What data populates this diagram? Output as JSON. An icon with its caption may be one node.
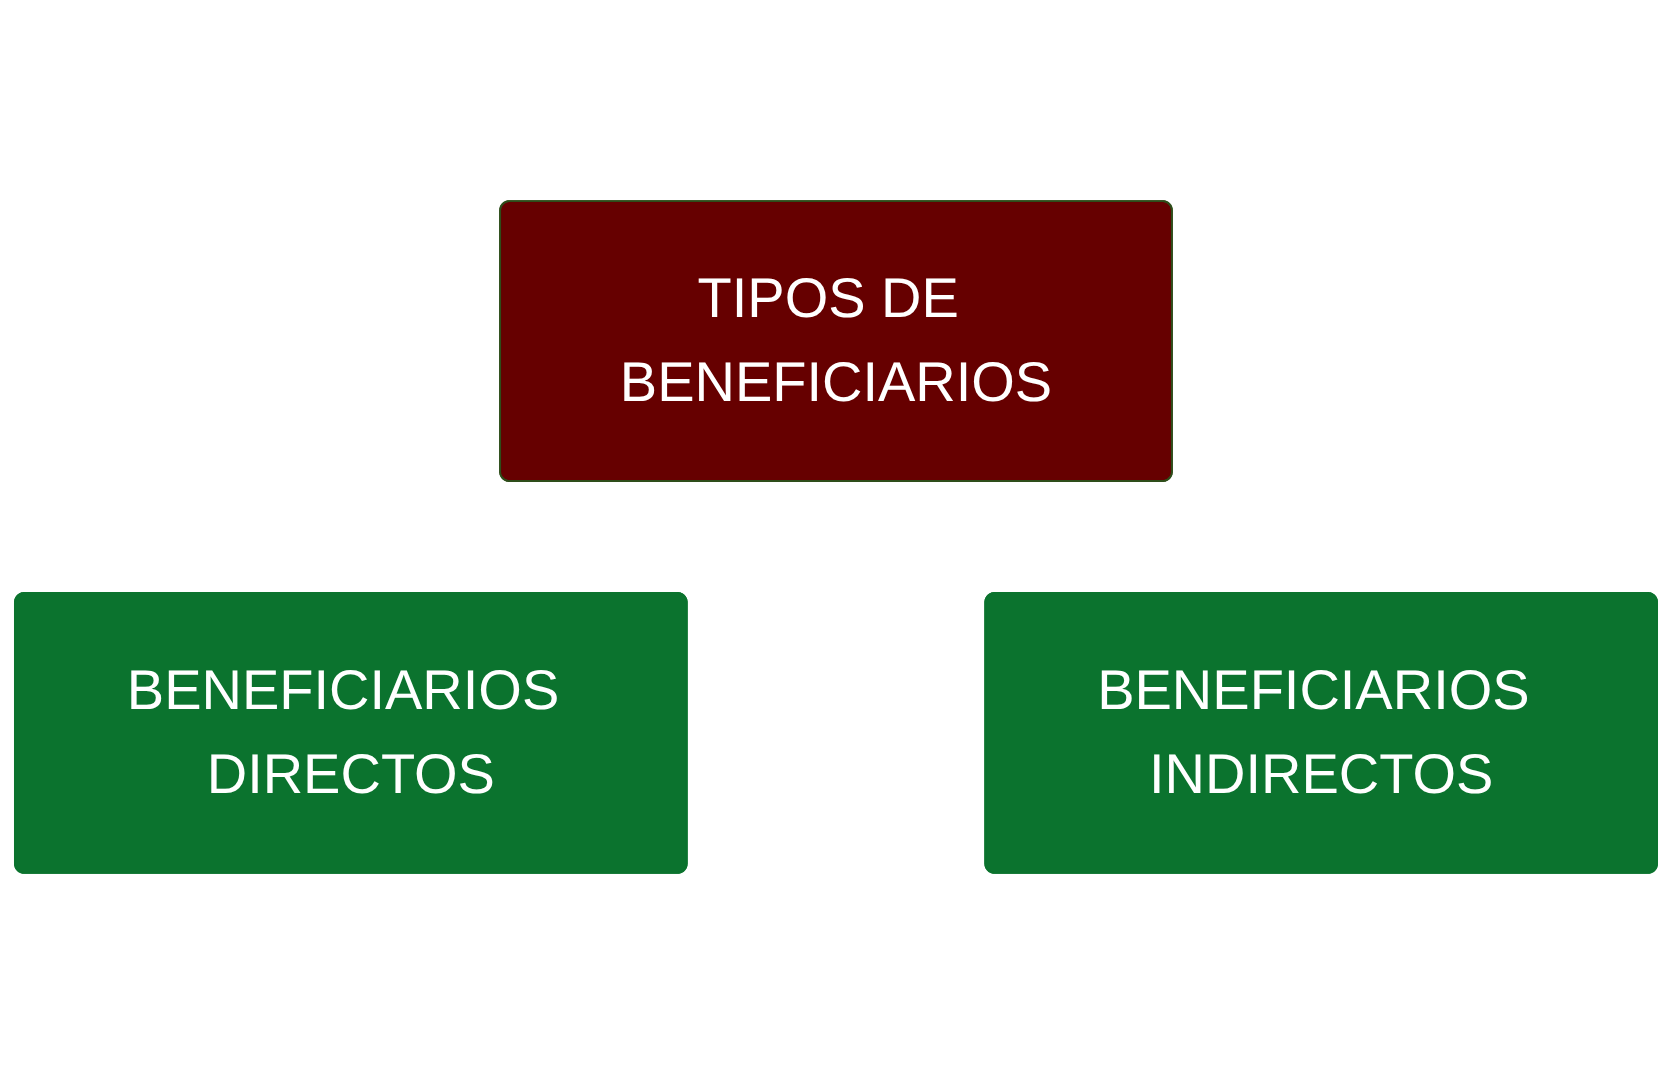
{
  "diagram": {
    "nodes": [
      {
        "text": [
          "TIPOS DE BENEFICIARIOS"
        ]
      },
      {
        "text": [
          "BENEFICIARIOS DIRECTOS"
        ]
      },
      {
        "text": [
          "BENEFICIARIOS INDIRECTOS"
        ]
      }
    ]
  }
}
